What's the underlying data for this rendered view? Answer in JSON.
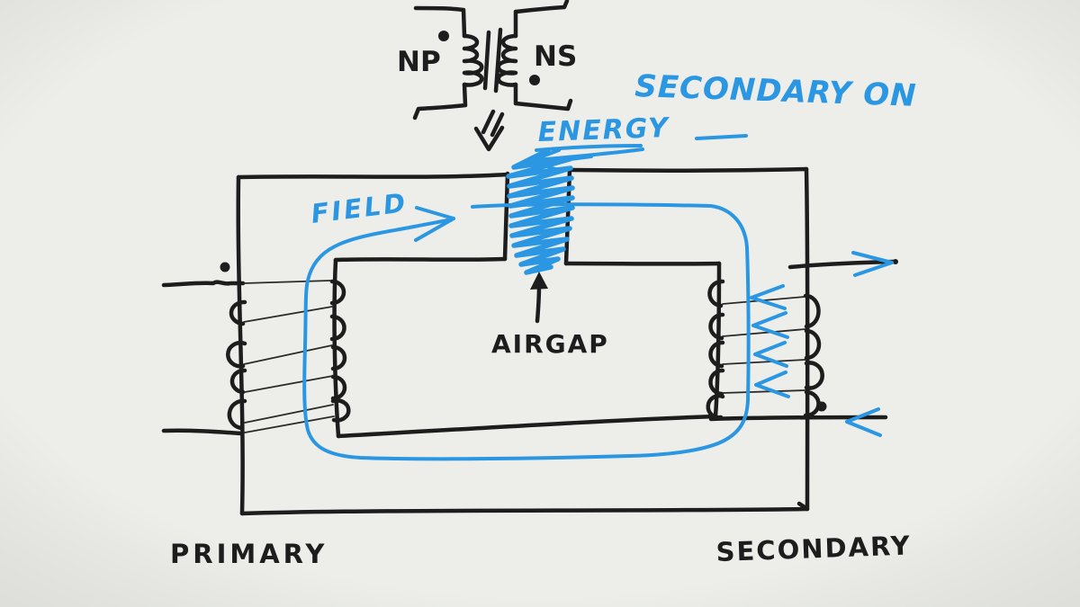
{
  "colors": {
    "background": "#edeeea",
    "ink": "#1d1d1d",
    "marker_blue": "#2b96e2"
  },
  "schematic_symbol": {
    "primary_turns_label": "NP",
    "secondary_turns_label": "NS"
  },
  "annotations": {
    "secondary_on": "SECONDARY ON",
    "energy": "ENERGY",
    "field": "FIELD",
    "airgap": "AIRGAP"
  },
  "windings": {
    "primary_label": "PRIMARY",
    "secondary_label": "SECONDARY"
  }
}
